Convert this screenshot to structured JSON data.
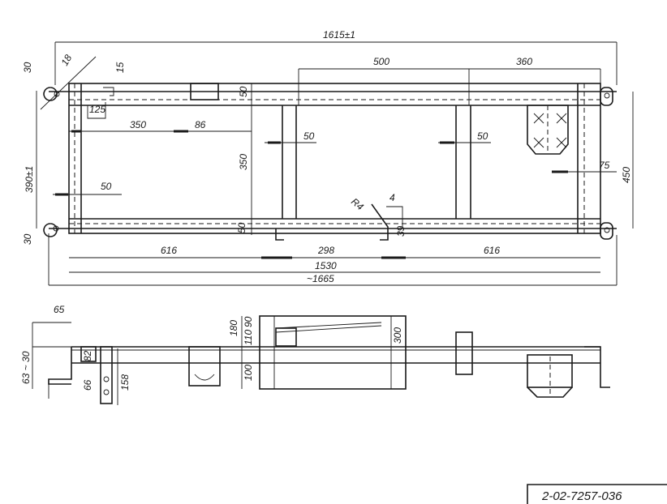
{
  "plan_view": {
    "overall_length": "1615±1",
    "hook_angle": "18",
    "end_offset_top": "30",
    "end_offset_bottom": "30",
    "flange_15": "15",
    "lug_125": "125",
    "span_500": "500",
    "span_360": "360",
    "width_50_top": "50",
    "span_350": "350",
    "plate_86": "86",
    "mid_50_a": "50",
    "mid_50_b": "50",
    "height_350": "350",
    "height_390": "390±1",
    "rail_50": "50",
    "radius_r4": "R4",
    "dim_4": "4",
    "side_75": "75",
    "height_450": "450",
    "bottom_50": "50",
    "dim_39": "39",
    "seg_616_left": "616",
    "seg_298": "298",
    "seg_616_right": "616",
    "length_1530": "1530",
    "length_1665": "~1665"
  },
  "side_view": {
    "dim_65": "65",
    "dim_63_30": "63 ~ 30",
    "dim_82": "82",
    "dim_66": "66",
    "dim_158": "158",
    "dim_180": "180",
    "dim_110": "110",
    "dim_90": "90",
    "dim_100": "100",
    "dim_300": "300"
  },
  "drawing_number": "2-02-7257-036"
}
